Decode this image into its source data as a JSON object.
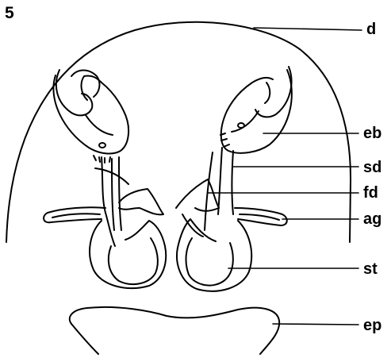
{
  "figure": {
    "number": "5",
    "labels": {
      "d": "d",
      "eb": "eb",
      "sd": "sd",
      "fd": "fd",
      "ag": "ag",
      "st": "st",
      "ep": "ep"
    }
  },
  "colors": {
    "ink": "#000000",
    "background": "#ffffff"
  }
}
